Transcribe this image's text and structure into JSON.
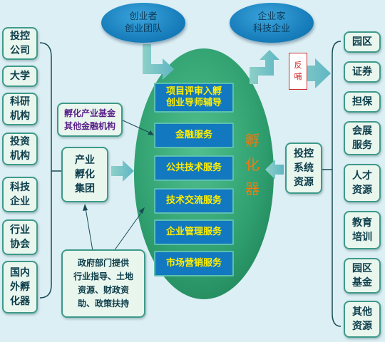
{
  "top": {
    "left_oval": "创业者\n创业团队",
    "right_oval": "企业家\n科技企业"
  },
  "left_column": [
    "投控\n公司",
    "大学",
    "科研\n机构",
    "投资\n机构",
    "科技\n企业",
    "行业\n协会",
    "国内\n外孵\n化器"
  ],
  "fund_box": "孵化产业基金\n其他金融机构",
  "group_box": "产业\n孵化\n集团",
  "gov_box": "政府部门提供\n行业指导、土地\n资源、财政资\n助、政策扶持",
  "center_label": "孵\n化\n器",
  "services": [
    "项目评审入孵\n创业导师辅导",
    "金融服务",
    "公共技术服务",
    "技术交流服务",
    "企业管理服务",
    "市场营销服务"
  ],
  "system_box": "投控\n系统\n资源",
  "feedback": "反\n哺",
  "right_column": [
    "园区",
    "证券",
    "担保",
    "会展\n服务",
    "人才\n资源",
    "教育\n培训",
    "园区\n基金",
    "其他\n资源"
  ]
}
